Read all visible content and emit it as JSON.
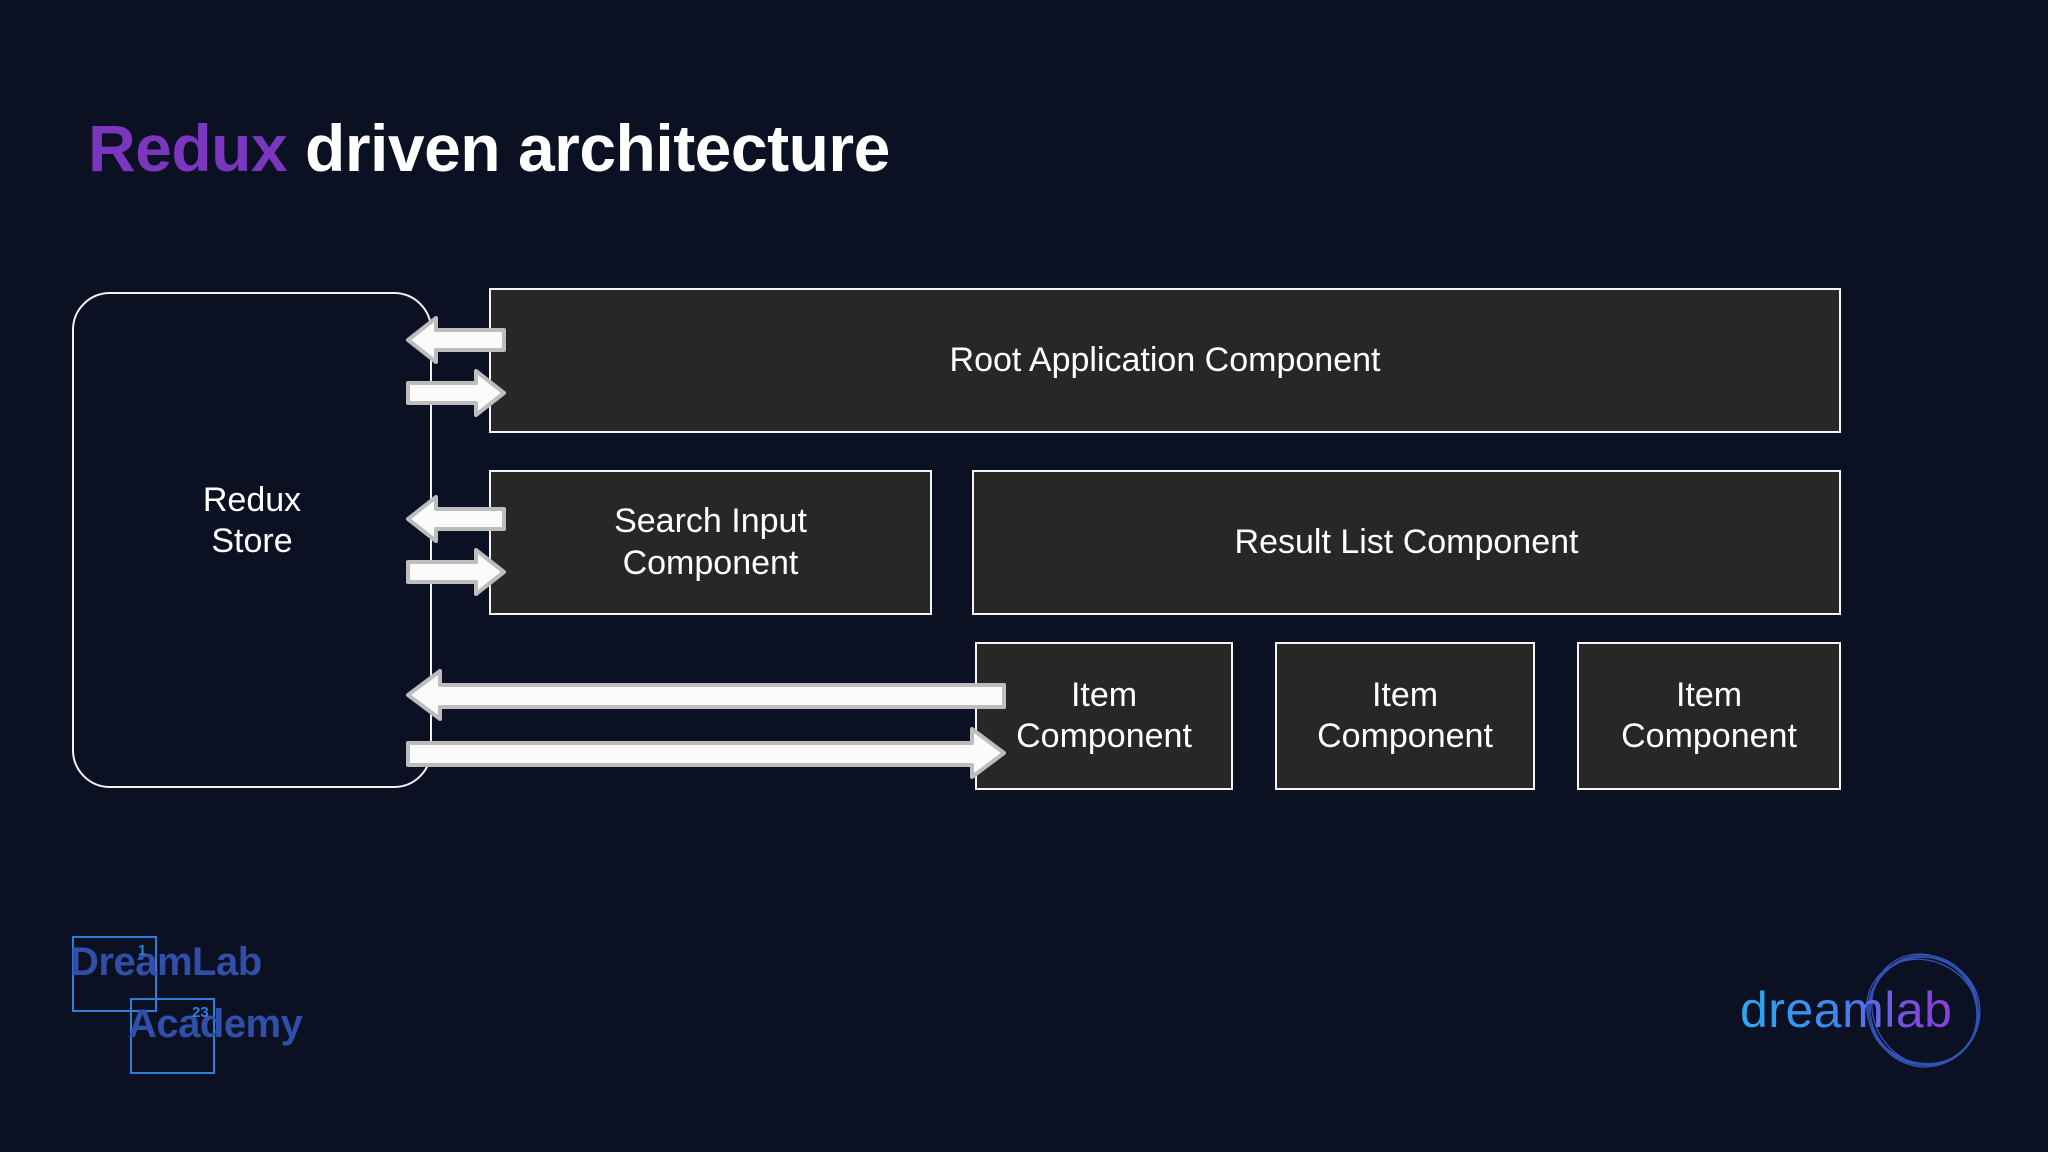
{
  "slide": {
    "background_color": "#0c1023",
    "title": {
      "accent_text": "Redux",
      "accent_color": "#7b36c0",
      "rest_text": " driven architecture",
      "rest_color": "#ffffff"
    }
  },
  "diagram": {
    "store": {
      "label": "Redux\nStore",
      "border_color": "#f2f2f4"
    },
    "components": [
      {
        "id": "root",
        "label": "Root Application Component",
        "fill": "#272725",
        "border": "#f4f4f6"
      },
      {
        "id": "search",
        "label": "Search Input\nComponent",
        "fill": "#272725",
        "border": "#f4f4f6"
      },
      {
        "id": "result",
        "label": "Result List Component",
        "fill": "#272725",
        "border": "#f4f4f6"
      },
      {
        "id": "item1",
        "label": "Item\nComponent",
        "fill": "#272725",
        "border": "#f4f4f6"
      },
      {
        "id": "item2",
        "label": "Item\nComponent",
        "fill": "#272725",
        "border": "#f4f4f6"
      },
      {
        "id": "item3",
        "label": "Item\nComponent",
        "fill": "#272725",
        "border": "#f4f4f6"
      }
    ],
    "arrows": [
      {
        "id": "root-to-store",
        "direction": "left",
        "from": "Root Application Component",
        "to": "Redux Store"
      },
      {
        "id": "store-to-root",
        "direction": "right",
        "from": "Redux Store",
        "to": "Root Application Component"
      },
      {
        "id": "search-to-store",
        "direction": "left",
        "from": "Search Input Component",
        "to": "Redux Store"
      },
      {
        "id": "store-to-search",
        "direction": "right",
        "from": "Redux Store",
        "to": "Search Input Component"
      },
      {
        "id": "item-to-store",
        "direction": "left",
        "from": "Item Component",
        "to": "Redux Store"
      },
      {
        "id": "store-to-item",
        "direction": "right",
        "from": "Redux Store",
        "to": "Item Component"
      }
    ],
    "arrow_fill": "#fbfbfb",
    "arrow_stroke": "#bdbdbd"
  },
  "branding": {
    "academy": {
      "line1": "DreamLab",
      "line2": "Academy",
      "sup1": "1",
      "sup2": "23",
      "text_color": "#2f4fa8",
      "box_color": "#2f7fd8"
    },
    "dreamlab": {
      "wordmark": "dreamlab"
    }
  }
}
